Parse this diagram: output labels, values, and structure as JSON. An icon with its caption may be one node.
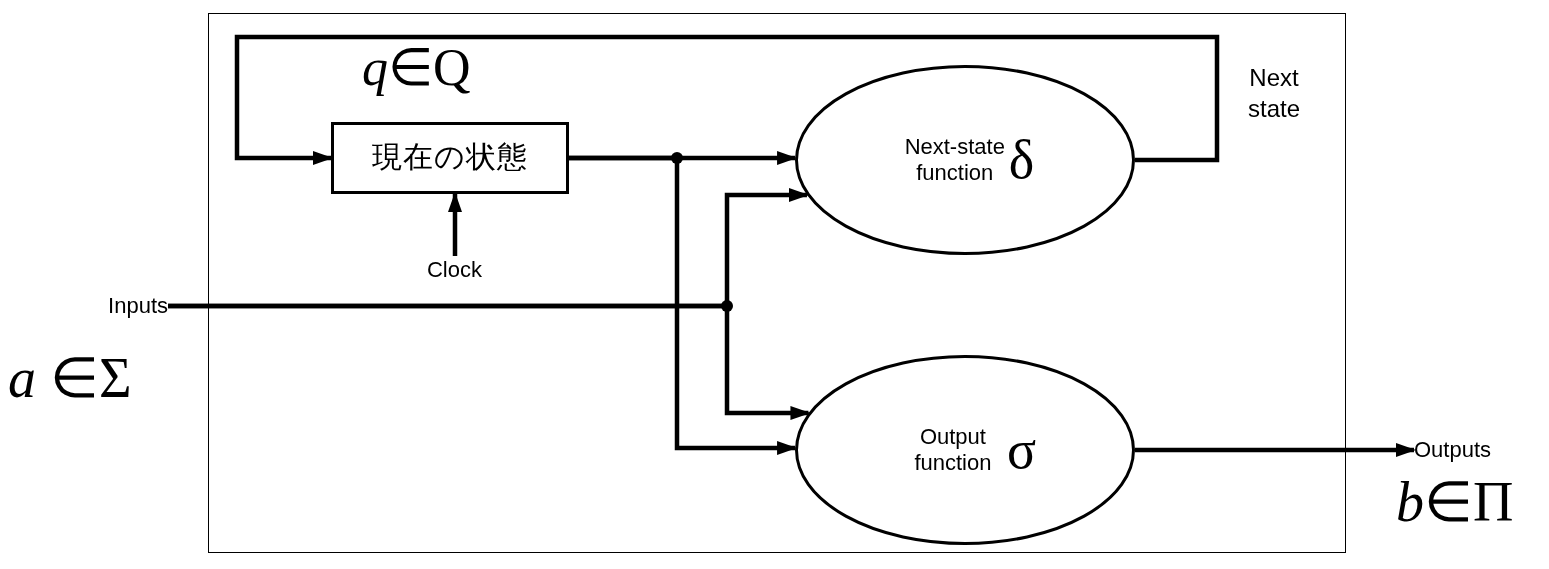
{
  "diagram": {
    "nodes": [
      {
        "text": [],
        "shape": "box"
      },
      {
        "text": [
          "現在の状態"
        ],
        "in": 0,
        "beside": [
          "*q*∈Q"
        ]
      },
      {
        "text": [
          "Next-state function",
          "δ"
        ],
        "in": 0
      },
      {
        "text": [
          "Output function",
          "σ"
        ],
        "in": 0
      },
      {
        "text": [
          "Clock"
        ],
        "in": 0
      },
      {
        "text": [
          "Inputs"
        ],
        "beside": [
          "*a* ∈Σ"
        ]
      },
      {
        "text": [
          "Outputs"
        ],
        "beside": [
          "*b*∈Π"
        ]
      }
    ],
    "edges": [
      {
        "from": 2,
        "to": 1,
        "arrow": "to",
        "label": "Next state"
      },
      {
        "from": 1,
        "to": 2,
        "arrow": "to"
      },
      {
        "from": 1,
        "to": 3,
        "arrow": "to"
      },
      {
        "from": 5,
        "to": 2,
        "arrow": "to"
      },
      {
        "from": 5,
        "to": 3,
        "arrow": "to"
      },
      {
        "from": 4,
        "to": 1,
        "arrow": "to"
      },
      {
        "from": 3,
        "to": 6,
        "arrow": "to"
      }
    ]
  }
}
